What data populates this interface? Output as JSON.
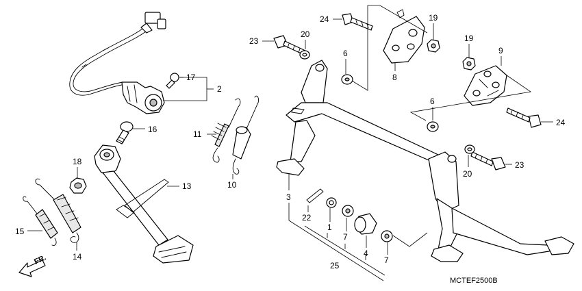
{
  "diagram_code": "MCTEF2500B",
  "direction_label": "FR.",
  "callouts": {
    "c1": "1",
    "c2": "2",
    "c3": "3",
    "c4": "4",
    "c6a": "6",
    "c6b": "6",
    "c7a": "7",
    "c7b": "7",
    "c8": "8",
    "c9": "9",
    "c10": "10",
    "c11": "11",
    "c13": "13",
    "c14": "14",
    "c15": "15",
    "c16": "16",
    "c17": "17",
    "c18": "18",
    "c19a": "19",
    "c19b": "19",
    "c20a": "20",
    "c20b": "20",
    "c22": "22",
    "c23a": "23",
    "c23b": "23",
    "c24a": "24",
    "c24b": "24",
    "c25": "25"
  }
}
